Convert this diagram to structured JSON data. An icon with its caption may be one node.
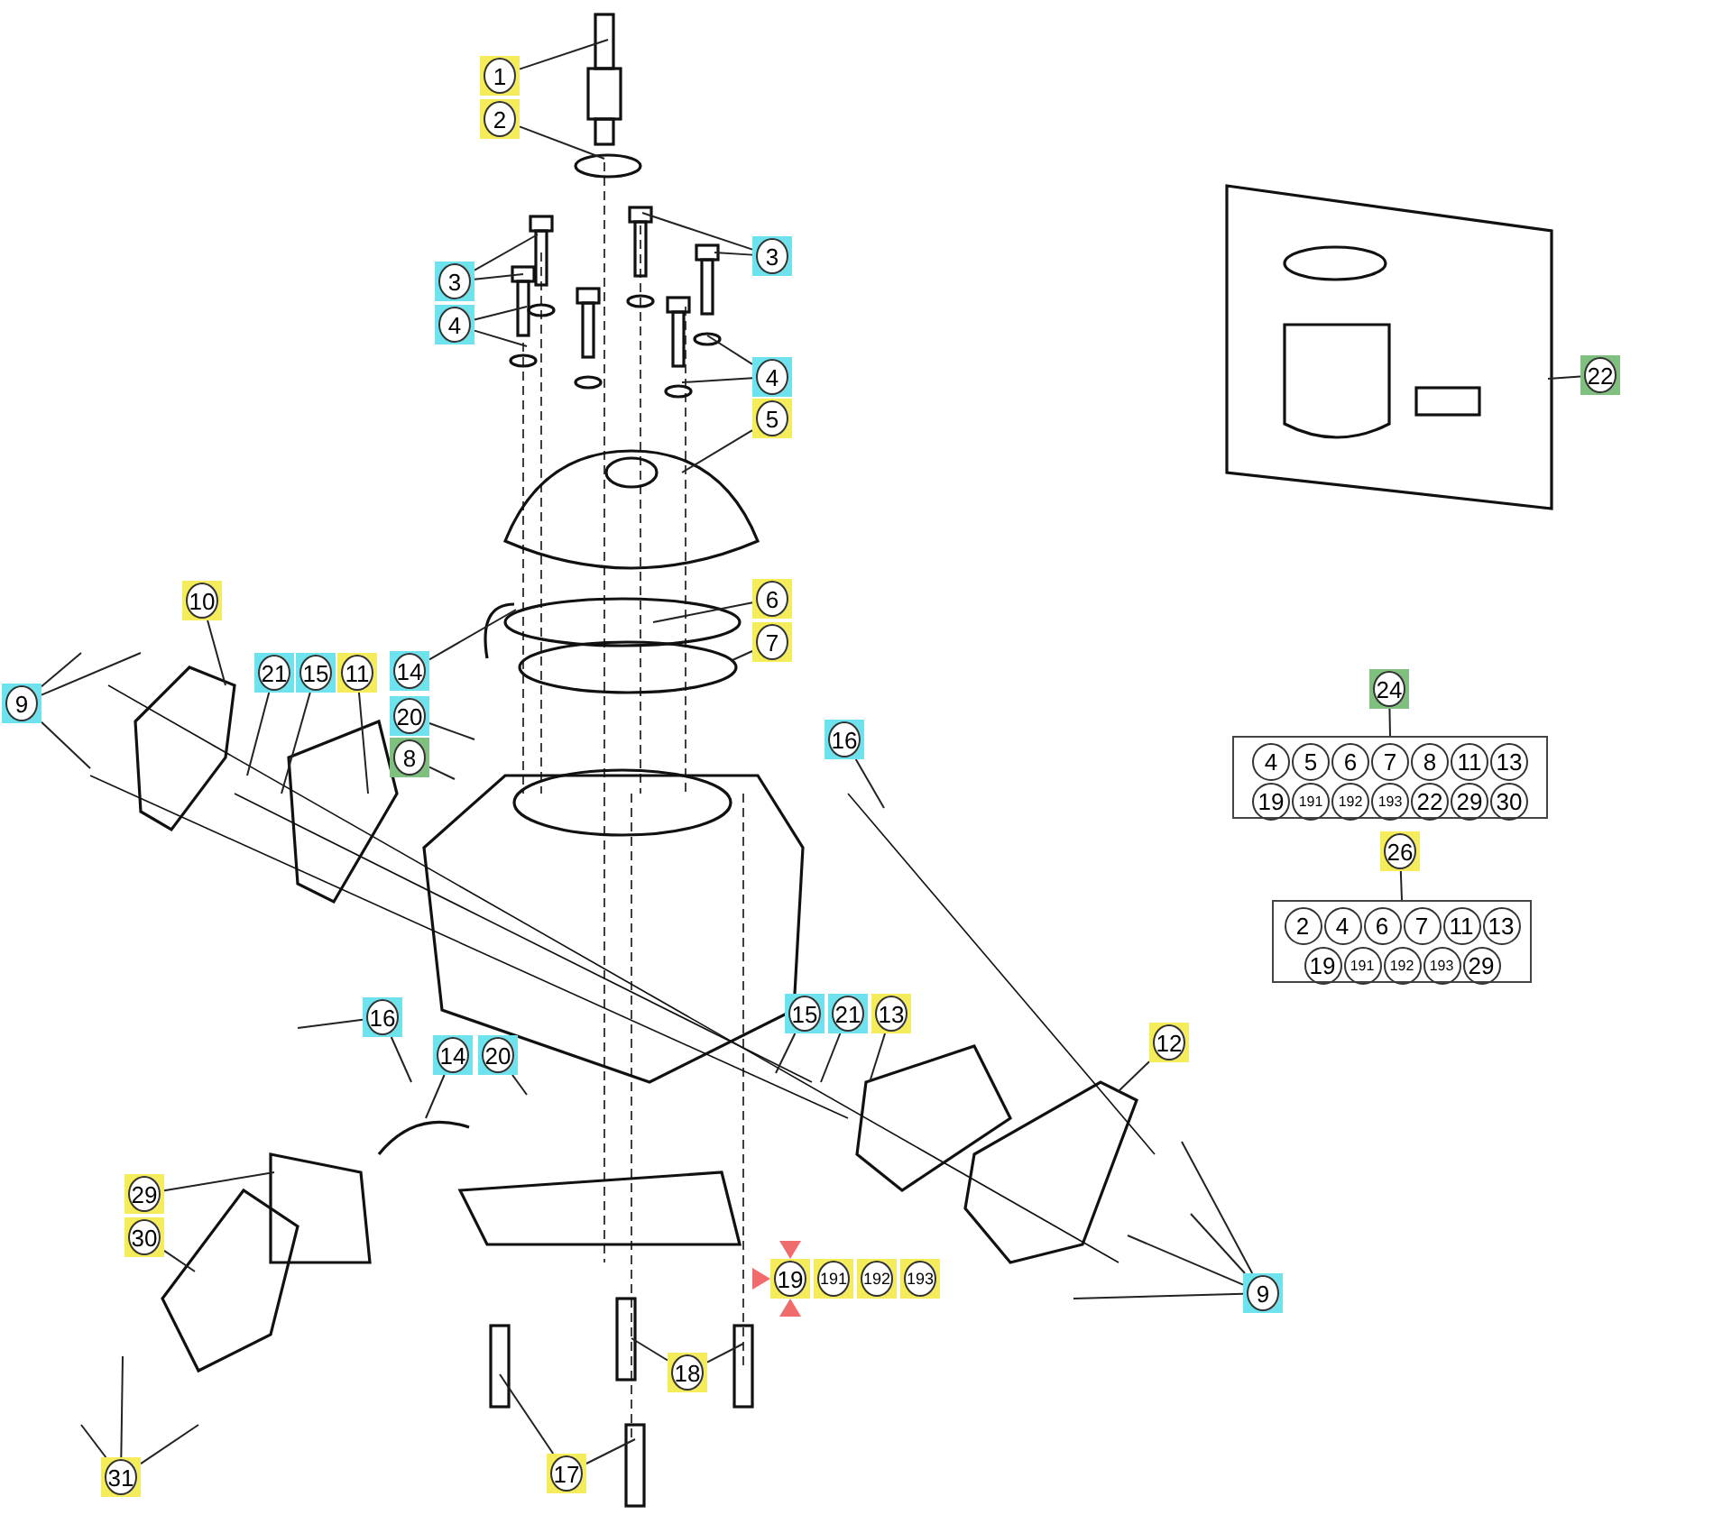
{
  "diagram": {
    "nodes": [
      {
        "text": [
          "1"
        ]
      },
      {
        "text": [
          "2"
        ]
      },
      {
        "text": [
          "3"
        ]
      },
      {
        "text": [
          "3"
        ]
      },
      {
        "text": [
          "4"
        ]
      },
      {
        "text": [
          "4"
        ]
      },
      {
        "text": [
          "5"
        ]
      },
      {
        "text": [
          "22"
        ]
      },
      {
        "text": [
          "10"
        ]
      },
      {
        "text": [
          "6"
        ]
      },
      {
        "text": [
          "7"
        ]
      },
      {
        "text": [
          "9"
        ]
      },
      {
        "text": [
          "21"
        ]
      },
      {
        "text": [
          "15"
        ]
      },
      {
        "text": [
          "11"
        ]
      },
      {
        "text": [
          "14"
        ]
      },
      {
        "text": [
          "20"
        ]
      },
      {
        "text": [
          "8"
        ]
      },
      {
        "text": [
          "16"
        ]
      },
      {
        "text": [
          "24"
        ]
      },
      {
        "text": [
          "4",
          "5",
          "6",
          "7",
          "8",
          "11",
          "13",
          "19",
          "191",
          "192",
          "193",
          "22",
          "29",
          "30"
        ]
      },
      {
        "text": [
          "26"
        ]
      },
      {
        "text": [
          "2",
          "4",
          "6",
          "7",
          "11",
          "13",
          "19",
          "191",
          "192",
          "193",
          "29"
        ]
      },
      {
        "text": [
          "16"
        ]
      },
      {
        "text": [
          "15"
        ]
      },
      {
        "text": [
          "21"
        ]
      },
      {
        "text": [
          "13"
        ]
      },
      {
        "text": [
          "12"
        ]
      },
      {
        "text": [
          "14"
        ]
      },
      {
        "text": [
          "20"
        ]
      },
      {
        "text": [
          "29"
        ]
      },
      {
        "text": [
          "30"
        ]
      },
      {
        "text": [
          "19"
        ]
      },
      {
        "text": [
          "191"
        ]
      },
      {
        "text": [
          "192"
        ]
      },
      {
        "text": [
          "193"
        ]
      },
      {
        "text": [
          "9"
        ]
      },
      {
        "text": [
          "18"
        ]
      },
      {
        "text": [
          "31"
        ]
      },
      {
        "text": [
          "17"
        ]
      }
    ],
    "edges": [
      {
        "from": 0,
        "to": null,
        "arrow": "none"
      },
      {
        "from": 1,
        "to": null,
        "arrow": "none"
      },
      {
        "from": 2,
        "to": null,
        "arrow": "none"
      },
      {
        "from": 2,
        "to": null,
        "arrow": "none"
      },
      {
        "from": 3,
        "to": null,
        "arrow": "none"
      },
      {
        "from": 3,
        "to": null,
        "arrow": "none"
      },
      {
        "from": 4,
        "to": null,
        "arrow": "none"
      },
      {
        "from": 4,
        "to": null,
        "arrow": "none"
      },
      {
        "from": 5,
        "to": null,
        "arrow": "none"
      },
      {
        "from": 5,
        "to": null,
        "arrow": "none"
      },
      {
        "from": 6,
        "to": null,
        "arrow": "none"
      },
      {
        "from": 7,
        "to": null,
        "arrow": "none"
      },
      {
        "from": 8,
        "to": null,
        "arrow": "none"
      },
      {
        "from": 9,
        "to": null,
        "arrow": "none"
      },
      {
        "from": 10,
        "to": null,
        "arrow": "none"
      },
      {
        "from": 11,
        "to": null,
        "arrow": "none"
      },
      {
        "from": 11,
        "to": null,
        "arrow": "none"
      },
      {
        "from": 11,
        "to": null,
        "arrow": "none"
      },
      {
        "from": 12,
        "to": null,
        "arrow": "none"
      },
      {
        "from": 13,
        "to": null,
        "arrow": "none"
      },
      {
        "from": 14,
        "to": null,
        "arrow": "none"
      },
      {
        "from": 15,
        "to": null,
        "arrow": "none"
      },
      {
        "from": 16,
        "to": null,
        "arrow": "none"
      },
      {
        "from": 17,
        "to": null,
        "arrow": "none"
      },
      {
        "from": 18,
        "to": null,
        "arrow": "none"
      },
      {
        "from": 19,
        "to": 20,
        "arrow": "none"
      },
      {
        "from": 21,
        "to": 22,
        "arrow": "none"
      },
      {
        "from": 23,
        "to": null,
        "arrow": "none"
      },
      {
        "from": 23,
        "to": null,
        "arrow": "none"
      },
      {
        "from": 24,
        "to": null,
        "arrow": "none"
      },
      {
        "from": 25,
        "to": null,
        "arrow": "none"
      },
      {
        "from": 26,
        "to": null,
        "arrow": "none"
      },
      {
        "from": 27,
        "to": null,
        "arrow": "none"
      },
      {
        "from": 28,
        "to": null,
        "arrow": "none"
      },
      {
        "from": 29,
        "to": null,
        "arrow": "none"
      },
      {
        "from": 30,
        "to": null,
        "arrow": "none"
      },
      {
        "from": 31,
        "to": null,
        "arrow": "none"
      },
      {
        "from": 36,
        "to": null,
        "arrow": "none"
      },
      {
        "from": 36,
        "to": null,
        "arrow": "none"
      },
      {
        "from": 36,
        "to": null,
        "arrow": "none"
      },
      {
        "from": 36,
        "to": null,
        "arrow": "none"
      },
      {
        "from": 37,
        "to": null,
        "arrow": "none"
      },
      {
        "from": 37,
        "to": null,
        "arrow": "none"
      },
      {
        "from": 38,
        "to": null,
        "arrow": "none"
      },
      {
        "from": 38,
        "to": null,
        "arrow": "none"
      },
      {
        "from": 38,
        "to": null,
        "arrow": "none"
      },
      {
        "from": 39,
        "to": null,
        "arrow": "none"
      },
      {
        "from": 39,
        "to": null,
        "arrow": "none"
      }
    ]
  }
}
